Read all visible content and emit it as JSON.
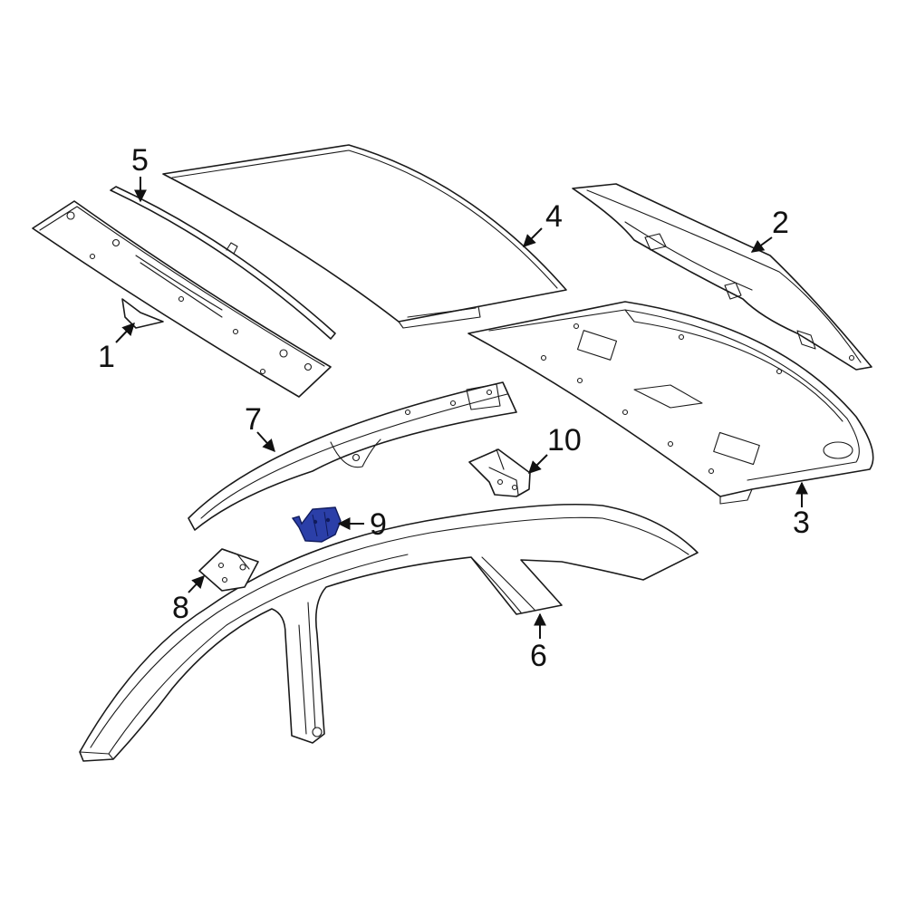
{
  "diagram": {
    "highlight_color": "#2b3fa8",
    "callouts": [
      {
        "id": "1",
        "label": "1"
      },
      {
        "id": "2",
        "label": "2"
      },
      {
        "id": "3",
        "label": "3"
      },
      {
        "id": "4",
        "label": "4"
      },
      {
        "id": "5",
        "label": "5"
      },
      {
        "id": "6",
        "label": "6"
      },
      {
        "id": "7",
        "label": "7"
      },
      {
        "id": "8",
        "label": "8"
      },
      {
        "id": "9",
        "label": "9"
      },
      {
        "id": "10",
        "label": "10"
      }
    ]
  }
}
